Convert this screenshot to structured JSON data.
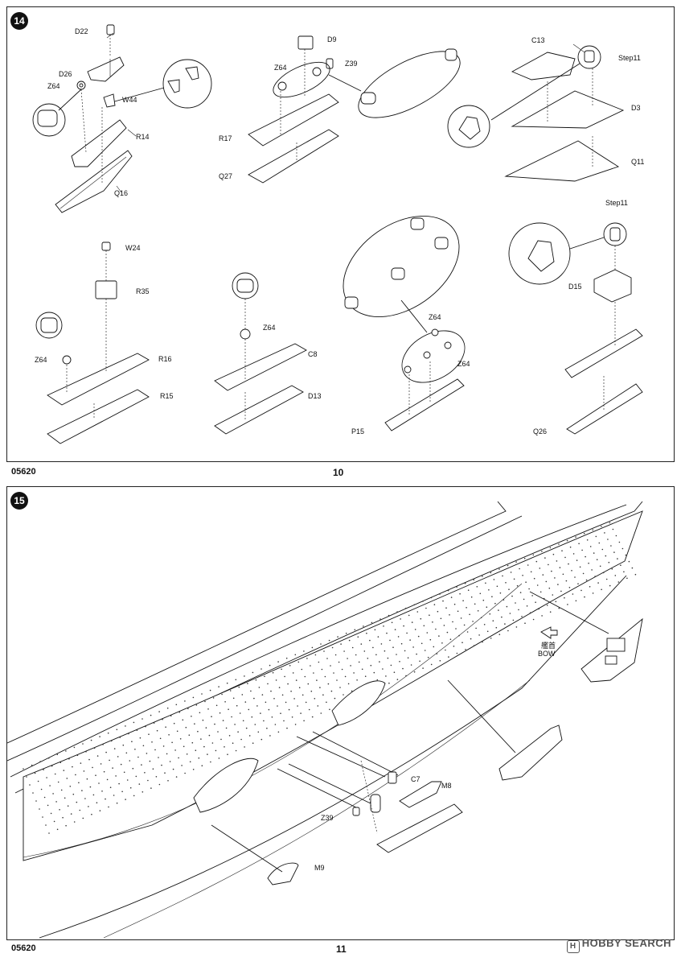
{
  "step14": {
    "badge": "14",
    "labels": [
      "D22",
      "D26",
      "Z64",
      "W44",
      "R14",
      "Q16",
      "D9",
      "Z39",
      "Z64",
      "R17",
      "Q27",
      "C13",
      "Step11",
      "D3",
      "Q11",
      "W24",
      "R35",
      "R16",
      "Z64",
      "R15",
      "Z64",
      "C8",
      "D13",
      "Z64",
      "Z64",
      "P15",
      "Step11",
      "D15",
      "Q26"
    ]
  },
  "footer_top": {
    "code": "05620",
    "page": "10"
  },
  "step15": {
    "badge": "15",
    "bow_jp": "艦首",
    "bow_en": "BOW",
    "labels": [
      "C7",
      "M8",
      "Z39",
      "M9"
    ]
  },
  "footer_bottom": {
    "code": "05620",
    "page": "11"
  },
  "watermark": {
    "logo": "H",
    "text": "HOBBY SEARCH"
  }
}
